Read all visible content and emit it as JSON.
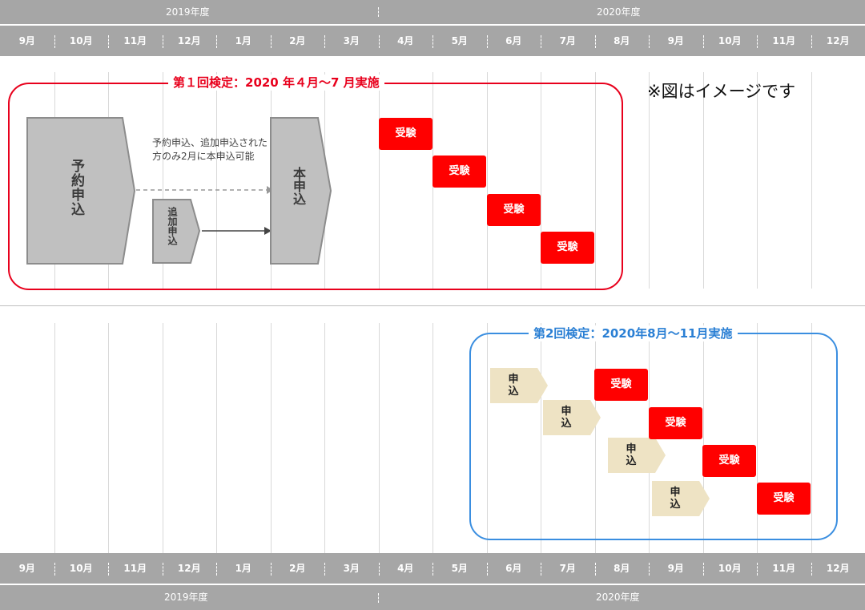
{
  "months": [
    "9月",
    "10月",
    "11月",
    "12月",
    "1月",
    "2月",
    "3月",
    "4月",
    "5月",
    "6月",
    "7月",
    "8月",
    "9月",
    "10月",
    "11月",
    "12月"
  ],
  "fiscal_years": {
    "fy2019": "2019年度",
    "fy2020": "2020年度"
  },
  "section1": {
    "title": "第１回検定：2020 年４月〜7 月実施",
    "reserve_label": "予約申込",
    "additional_label": "追加申込",
    "main_label": "本申込",
    "caption": "予約申込、追加申込された方のみ2月に本申込可能",
    "exam_label": "受験"
  },
  "section2": {
    "title": "第2回検定：2020年8月〜11月実施",
    "apply_label": "申込",
    "exam_label": "受験"
  },
  "note": "※図はイメージです",
  "colors": {
    "band": "#a6a6a6",
    "exam_red": "#ff0000",
    "section1_border": "#e8001c",
    "section2_border": "#3a8ee0",
    "apply_beige": "#eee3c4"
  }
}
